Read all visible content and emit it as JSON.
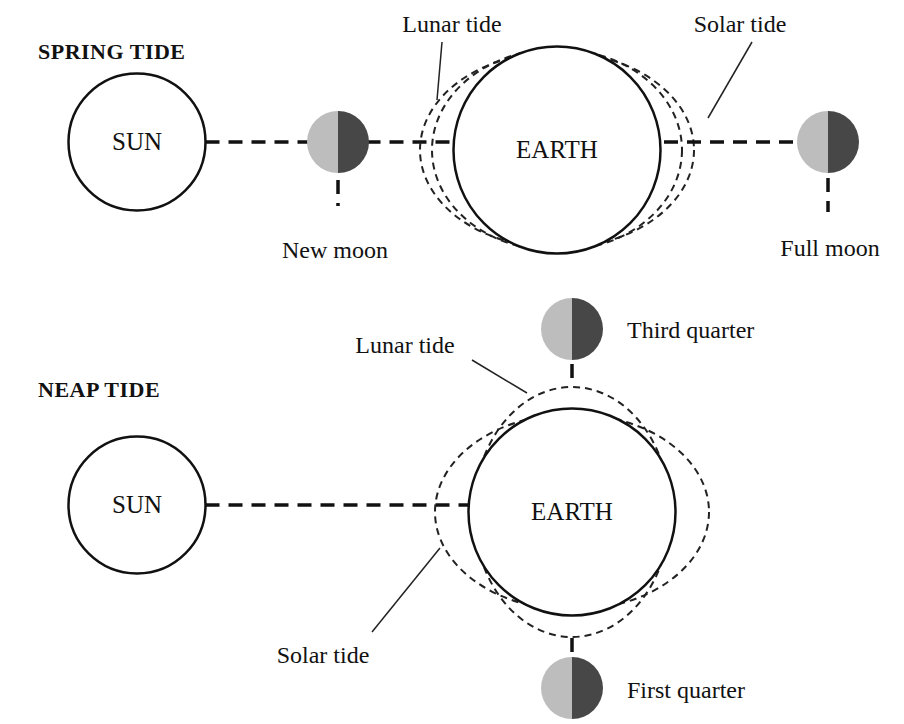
{
  "diagram": {
    "nodes": [
      {
        "text": [
          "SUN"
        ]
      },
      {
        "text": [
          "EARTH"
        ]
      },
      {
        "text": [
          "SUN"
        ]
      },
      {
        "text": [
          "EARTH"
        ]
      }
    ],
    "edges": [
      {
        "from": 0,
        "to": 1,
        "arrow": "none"
      },
      {
        "from": 2,
        "to": 3,
        "arrow": "none"
      }
    ],
    "labels": [
      "SPRING TIDE",
      "Lunar tide",
      "Solar tide",
      "New moon",
      "Full moon",
      "NEAP TIDE",
      "Lunar tide",
      "Third quarter",
      "Solar tide",
      "First quarter"
    ]
  }
}
